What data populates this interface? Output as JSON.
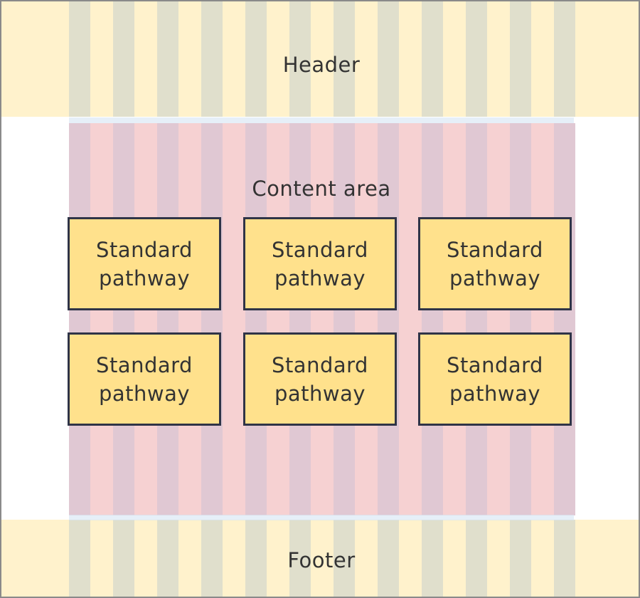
{
  "header": {
    "label": "Header"
  },
  "content": {
    "label": "Content area"
  },
  "footer": {
    "label": "Footer"
  },
  "pathways": [
    {
      "label": "Standard\npathway"
    },
    {
      "label": "Standard\npathway"
    },
    {
      "label": "Standard\npathway"
    },
    {
      "label": "Standard\npathway"
    },
    {
      "label": "Standard\npathway"
    },
    {
      "label": "Standard\npathway"
    }
  ],
  "colors": {
    "header_footer_bg": "#fff2cc",
    "grid_column": "#e0dfcc",
    "content_bg": "#f6d1d2",
    "content_column": "#e0c8d3",
    "pathway_fill": "#ffe18c",
    "pathway_border": "#2f3447",
    "gutter_line": "#d6e4f4"
  }
}
